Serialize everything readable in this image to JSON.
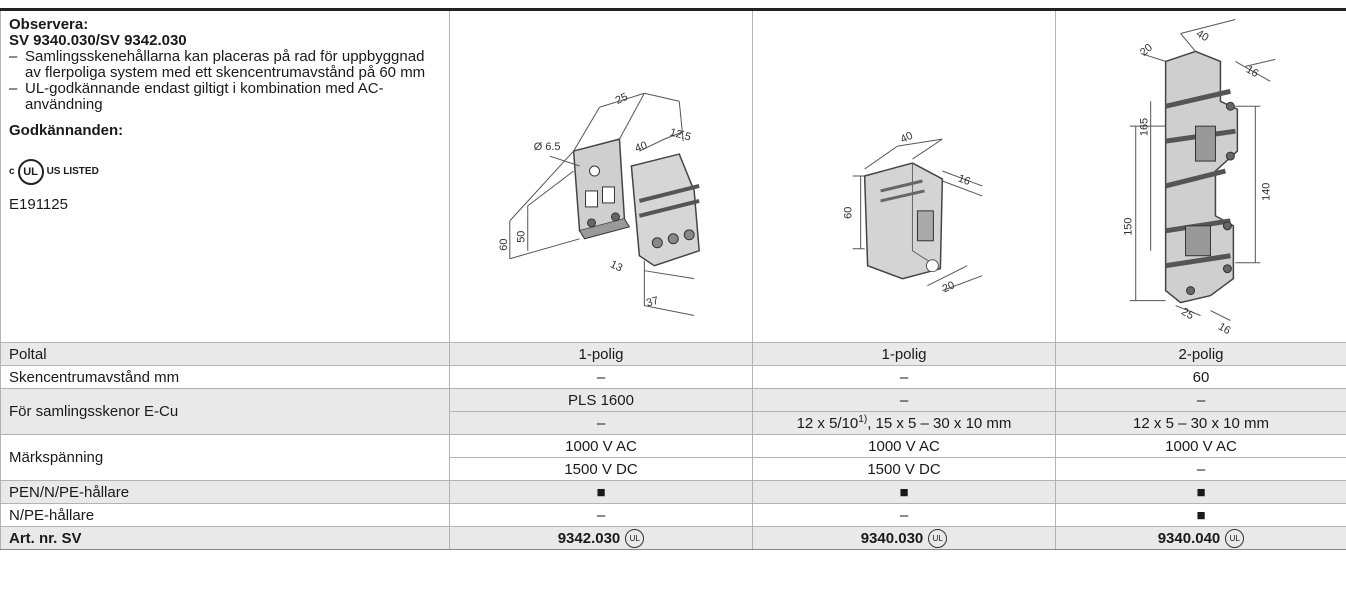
{
  "notes": {
    "title": "Observera:",
    "subtitle": "SV 9340.030/SV 9342.030",
    "items": [
      "Samlingsskenehållarna kan placeras på rad för uppbyggnad av flerpoliga system med ett skencentrumavstånd på 60 mm",
      "UL-godkännande endast giltigt i kombination med AC-användning"
    ],
    "approvals_title": "Godkännanden:",
    "ul_logo": {
      "left": "c",
      "mark": "UL",
      "right": "US LISTED"
    },
    "certificate": "E191125"
  },
  "drawings": {
    "d1": {
      "dims": [
        "Ø 6.5",
        "25",
        "12.5",
        "40",
        "60",
        "50",
        "13",
        "37"
      ]
    },
    "d2": {
      "dims": [
        "40",
        "16",
        "60",
        "20"
      ]
    },
    "d3": {
      "dims": [
        "20",
        "40",
        "16",
        "165",
        "150",
        "140",
        "25",
        "16"
      ]
    }
  },
  "rows": {
    "poltal": {
      "label": "Poltal",
      "v": [
        "1-polig",
        "1-polig",
        "2-polig"
      ]
    },
    "avstand": {
      "label": "Skencentrumavstånd mm",
      "v": [
        "–",
        "–",
        "60"
      ]
    },
    "skenor": {
      "label": "För samlingsskenor E-Cu",
      "v1": [
        "PLS 1600",
        "–",
        "–"
      ],
      "v2a": "–",
      "v2b_pre": "12 x 5/10",
      "v2b_sup": "1)",
      "v2b_post": ", 15 x 5 – 30 x 10 mm",
      "v2c": "12 x 5 – 30 x 10 mm"
    },
    "spanning": {
      "label": "Märkspänning",
      "v1": [
        "1000 V AC",
        "1000 V AC",
        "1000 V AC"
      ],
      "v2": [
        "1500 V DC",
        "1500 V DC",
        "–"
      ]
    },
    "pen": {
      "label": "PEN/N/PE-hållare",
      "v": [
        "■",
        "■",
        "■"
      ]
    },
    "npe": {
      "label": "N/PE-hållare",
      "v": [
        "–",
        "–",
        "■"
      ]
    },
    "art": {
      "label": "Art. nr. SV",
      "v": [
        "9342.030",
        "9340.030",
        "9340.040"
      ],
      "mark": "UL"
    }
  }
}
